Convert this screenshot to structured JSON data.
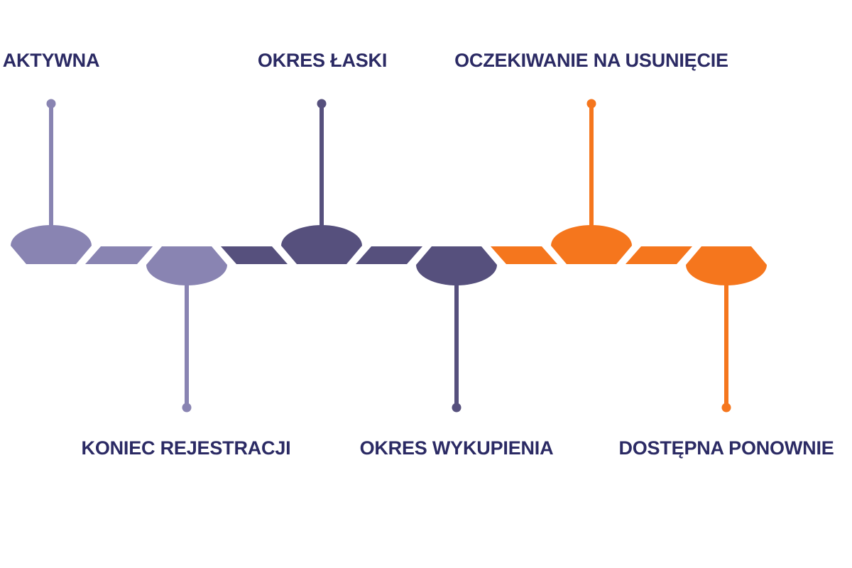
{
  "colors": {
    "stage_light": "#8984B2",
    "stage_dark": "#56507D",
    "stage_orange": "#F5761D",
    "label_text": "#2B2A64",
    "background": "#FFFFFF"
  },
  "timeline": {
    "description": "domain-lifecycle-timeline",
    "stages": [
      {
        "label": "AKTYWNA",
        "side": "top",
        "color": "#8984B2"
      },
      {
        "label": "KONIEC REJESTRACJI",
        "side": "bottom",
        "color": "#8984B2"
      },
      {
        "label": "OKRES ŁASKI",
        "side": "top",
        "color": "#56507D"
      },
      {
        "label": "OKRES WYKUPIENIA",
        "side": "bottom",
        "color": "#56507D"
      },
      {
        "label": "OCZEKIWANIE NA USUNIĘCIE",
        "side": "top",
        "color": "#F5761D"
      },
      {
        "label": "DOSTĘPNA PONOWNIE",
        "side": "bottom",
        "color": "#F5761D"
      }
    ]
  }
}
